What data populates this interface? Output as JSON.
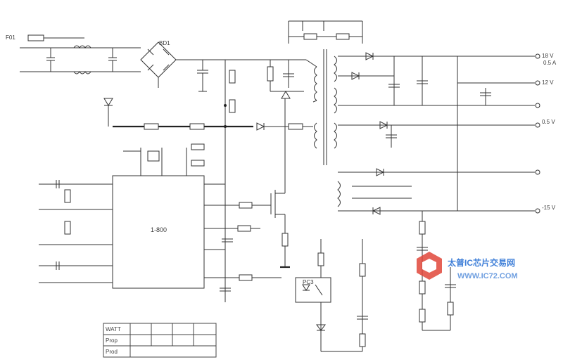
{
  "labels": {
    "chip": "1-800",
    "out1": "18 V",
    "out1_sub": "0.5 A",
    "out2": "12 V",
    "out3": "0.5 V",
    "out4": "-15 V",
    "fuse": "F01",
    "bridge": "BD1",
    "opto": "PC3"
  },
  "watermark": {
    "text": "太普IC芯片交易网",
    "url": "WWW.IC72.COM"
  },
  "table": {
    "rows": [
      [
        "WATT",
        "",
        "",
        "",
        ""
      ],
      [
        "Prop",
        "",
        "",
        "",
        ""
      ],
      [
        "Prod",
        "",
        "",
        "",
        ""
      ]
    ]
  },
  "colors": {
    "line": "#333333",
    "watermark": "#3f7fd8",
    "logo": "#e0463a"
  },
  "icons": {
    "logo": "watermark-logo-icon"
  }
}
